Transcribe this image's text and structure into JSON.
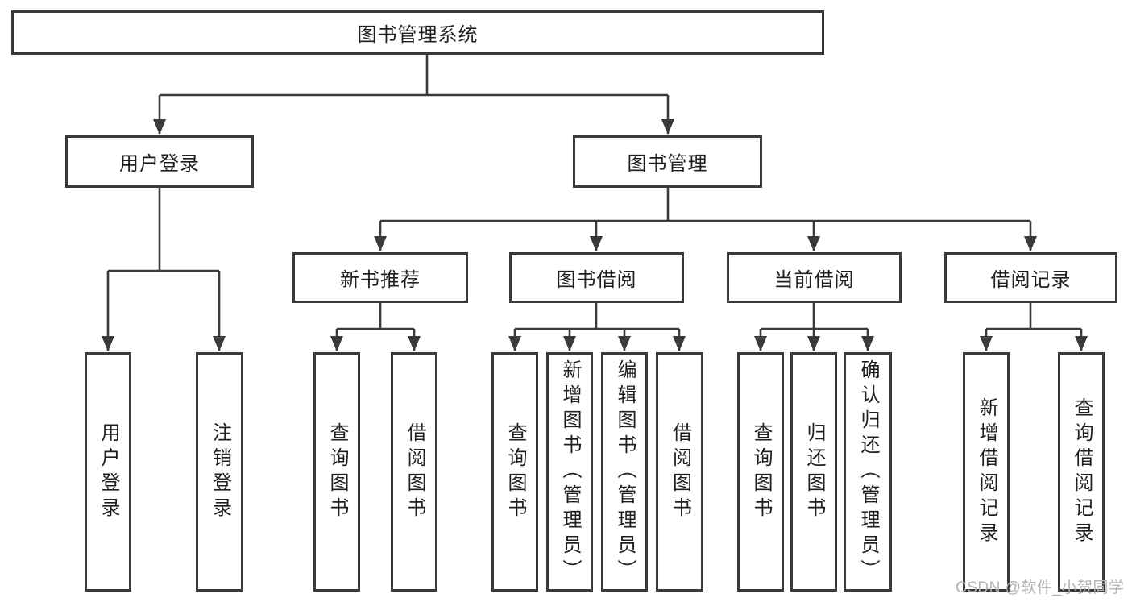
{
  "diagram_title": "图书管理系统",
  "tree": {
    "root": {
      "label": "图书管理系统"
    },
    "branches": [
      {
        "label": "用户登录",
        "children": [
          {
            "label": "用户登录"
          },
          {
            "label": "注销登录"
          }
        ]
      },
      {
        "label": "图书管理",
        "children": [
          {
            "label": "新书推荐",
            "children": [
              {
                "label": "查询图书"
              },
              {
                "label": "借阅图书"
              }
            ]
          },
          {
            "label": "图书借阅",
            "children": [
              {
                "label": "查询图书"
              },
              {
                "label": "新增图书（管理员）"
              },
              {
                "label": "编辑图书（管理员）"
              },
              {
                "label": "借阅图书"
              }
            ]
          },
          {
            "label": "当前借阅",
            "children": [
              {
                "label": "查询图书"
              },
              {
                "label": "归还图书"
              },
              {
                "label": "确认归还（管理员）"
              }
            ]
          },
          {
            "label": "借阅记录",
            "children": [
              {
                "label": "新增借阅记录"
              },
              {
                "label": "查询借阅记录"
              }
            ]
          }
        ]
      }
    ]
  },
  "watermark": {
    "text": "CSDN @软件_小贺同学",
    "color": "#b3b3b3"
  },
  "colors": {
    "background": "#ffffff",
    "line": "#3a3a3a",
    "box_border": "#3a3a3a",
    "text": "#1f1f1f"
  }
}
